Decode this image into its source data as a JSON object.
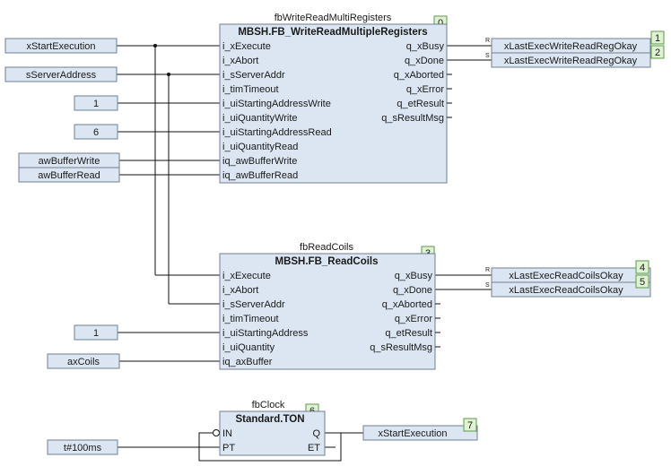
{
  "inputs": {
    "start_exec": "xStartExecution",
    "server_addr": "sServerAddress",
    "write_start": "1",
    "read_start": "6",
    "buf_write": "awBufferWrite",
    "buf_read": "awBufferRead",
    "coil_start": "1",
    "coils": "axCoils",
    "clock_pt": "t#100ms"
  },
  "blocks": {
    "fb1": {
      "instance": "fbWriteReadMultiRegisters",
      "type": "MBSH.FB_WriteReadMultipleRegisters",
      "order": "0",
      "inputs": [
        "i_xExecute",
        "i_xAbort",
        "i_sServerAddr",
        "i_timTimeout",
        "i_uiStartingAddressWrite",
        "i_uiQuantityWrite",
        "i_uiStartingAddressRead",
        "i_uiQuantityRead",
        "iq_awBufferWrite",
        "iq_awBufferRead"
      ],
      "outputs": [
        "q_xBusy",
        "q_xDone",
        "q_xAborted",
        "q_xError",
        "q_etResult",
        "q_sResultMsg"
      ]
    },
    "fb2": {
      "instance": "fbReadCoils",
      "type": "MBSH.FB_ReadCoils",
      "order": "3",
      "inputs": [
        "i_xExecute",
        "i_xAbort",
        "i_sServerAddr",
        "i_timTimeout",
        "i_uiStartingAddress",
        "i_uiQuantity",
        "iq_axBuffer"
      ],
      "outputs": [
        "q_xBusy",
        "q_xDone",
        "q_xAborted",
        "q_xError",
        "q_etResult",
        "q_sResultMsg"
      ]
    },
    "fb3": {
      "instance": "fbClock",
      "type": "Standard.TON",
      "order": "6",
      "inputs": [
        "IN",
        "PT"
      ],
      "outputs": [
        "Q",
        "ET"
      ]
    }
  },
  "coils": {
    "reset1": "R",
    "set1": "S",
    "reset2": "R",
    "set2": "S"
  },
  "outputs": {
    "o1": {
      "label": "xLastExecWriteReadRegOkay",
      "order": "1"
    },
    "o2": {
      "label": "xLastExecWriteReadRegOkay",
      "order": "2"
    },
    "o4": {
      "label": "xLastExecReadCoilsOkay",
      "order": "4"
    },
    "o5": {
      "label": "xLastExecReadCoilsOkay",
      "order": "5"
    },
    "o7": {
      "label": "xStartExecution",
      "order": "7"
    }
  }
}
